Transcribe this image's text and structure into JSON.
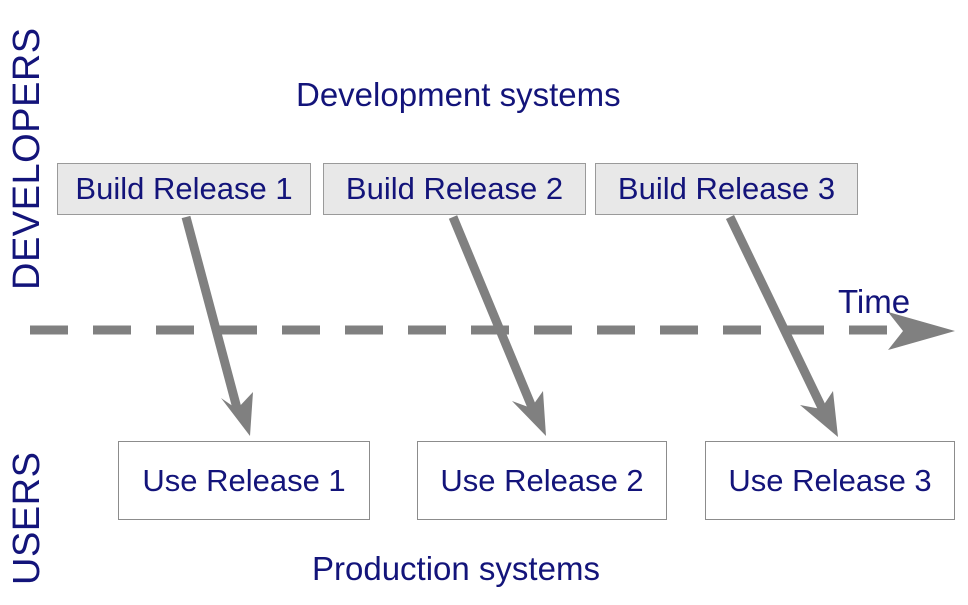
{
  "diagram": {
    "title_top": "Development systems",
    "title_bottom": "Production systems",
    "axis_label": "Time",
    "swimlanes": [
      {
        "name": "developers",
        "label": "DEVELOPERS"
      },
      {
        "name": "users",
        "label": "USERS"
      }
    ],
    "build_boxes": [
      {
        "label": "Build Release 1"
      },
      {
        "label": "Build Release 2"
      },
      {
        "label": "Build Release 3"
      }
    ],
    "use_boxes": [
      {
        "label": "Use Release 1"
      },
      {
        "label": "Use Release 2"
      },
      {
        "label": "Use Release 3"
      }
    ],
    "icons": {
      "time_arrow": "right-arrow-icon",
      "release_arrow": "down-right-arrow-icon"
    },
    "colors": {
      "text_navy": "#13147a",
      "arrow_gray": "#808080",
      "build_box_fill": "#e8e8e8",
      "build_box_border": "#9a9a9a",
      "use_box_fill": "#ffffff",
      "use_box_border": "#8c8c8c",
      "background": "#ffffff"
    },
    "timeline": {
      "style": "dashed",
      "dash_length": 38,
      "gap_length": 25,
      "thickness": 8
    }
  }
}
